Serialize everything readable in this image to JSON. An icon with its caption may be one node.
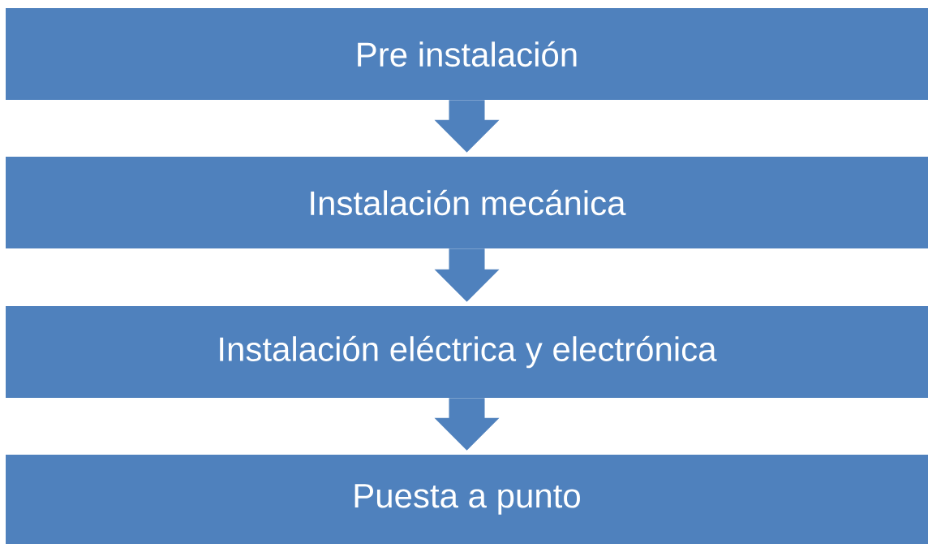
{
  "diagram": {
    "nodes": [
      {
        "text": [
          "Pre instalación"
        ]
      },
      {
        "text": [
          "Instalación mecánica"
        ]
      },
      {
        "text": [
          "Instalación eléctrica y electrónica"
        ]
      },
      {
        "text": [
          "Puesta a punto"
        ]
      }
    ],
    "edges": [
      {
        "from": 0,
        "to": 1,
        "arrow": "to"
      },
      {
        "from": 1,
        "to": 2,
        "arrow": "to"
      },
      {
        "from": 2,
        "to": 3,
        "arrow": "to"
      }
    ]
  }
}
